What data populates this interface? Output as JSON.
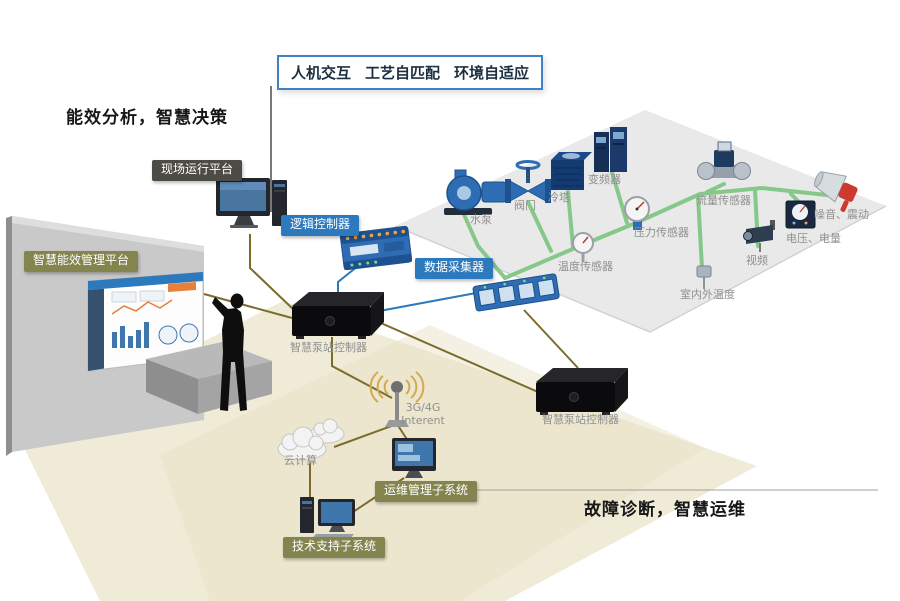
{
  "banners": {
    "top_phrases": [
      "人机交互",
      "工艺自匹配",
      "环境自适应"
    ],
    "top_left": "能效分析，智慧决策",
    "bottom_right": "故障诊断，智慧运维"
  },
  "nodes": {
    "site_platform": "现场运行平台",
    "logic_controller": "逻辑控制器",
    "data_collector": "数据采集器",
    "energy_platform": "智慧能效管理平台",
    "pump_controller": "智慧泵站控制器",
    "pump_controller_2": "智慧泵站控制器",
    "network_line1": "3G/4G",
    "network_line2": "Interent",
    "cloud": "云计算",
    "ops_subsystem": "运维管理子系统",
    "tech_subsystem": "技术支持子系统"
  },
  "equipment": {
    "pump": "水泵",
    "valve": "阀门",
    "cooling_tower": "冷塔",
    "inverter": "变频器",
    "flow_sensor": "流量传感器",
    "pressure_sensor": "压力传感器",
    "temperature_sensor": "温度传感器",
    "noise_vibration": "噪音、震动",
    "voltage_power": "电压、电量",
    "video": "视频",
    "indoor_outdoor_temp": "室内外温度"
  },
  "colors": {
    "accent_blue": "#2d79bd",
    "label_dark": "#4c4b44",
    "label_olive": "#84844e",
    "pipe_green": "#85c88a",
    "line_olive": "#7c6c2c",
    "platform_gray": "#e9e9e9",
    "floor_beige": "#f0ebd7",
    "device_blue": "#2e6db4",
    "box_black": "#0b0b0d"
  }
}
